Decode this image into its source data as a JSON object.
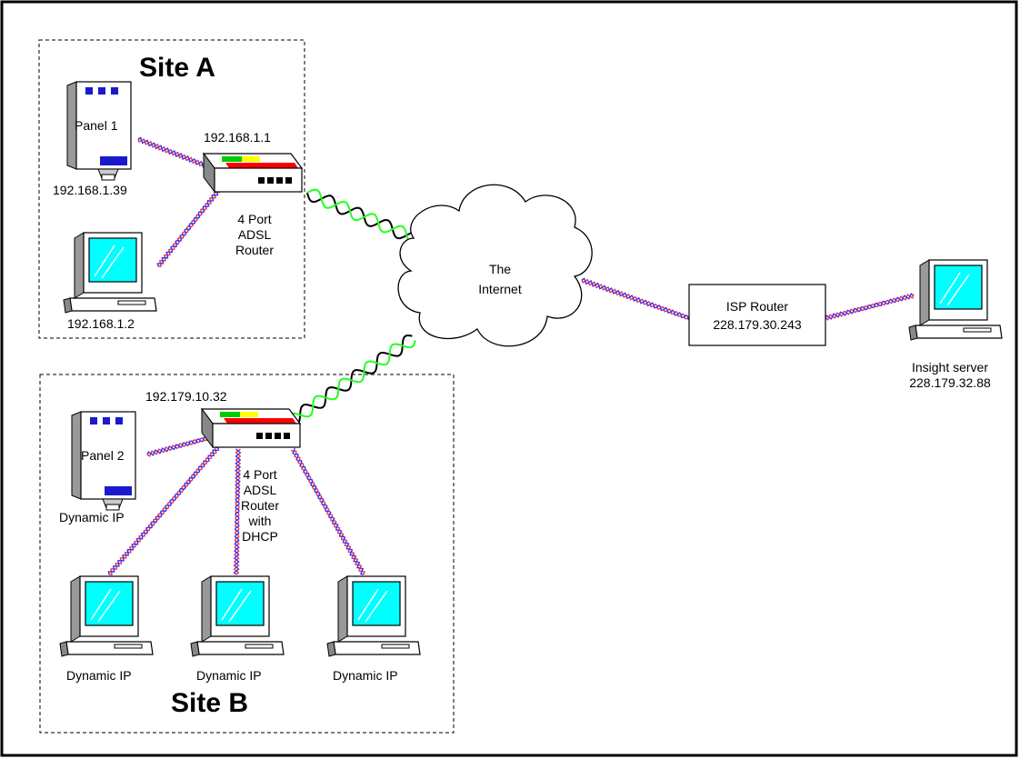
{
  "site_a": {
    "title": "Site A",
    "panel_name": "Panel 1",
    "panel_ip": "192.168.1.39",
    "router_ip": "192.168.1.1",
    "router_label": [
      "4 Port",
      "ADSL",
      "Router"
    ],
    "pc_ip": "192.168.1.2"
  },
  "site_b": {
    "title": "Site B",
    "panel_name": "Panel 2",
    "panel_ip": "Dynamic IP",
    "router_ip": "192.179.10.32",
    "router_label": [
      "4 Port",
      "ADSL",
      "Router",
      "with",
      "DHCP"
    ],
    "pcs": [
      "Dynamic IP",
      "Dynamic IP",
      "Dynamic IP"
    ]
  },
  "internet": {
    "label": [
      "The",
      "Internet"
    ]
  },
  "isp_router": {
    "label": [
      "ISP Router",
      "228.179.30.243"
    ]
  },
  "server": {
    "label": [
      "Insight server",
      "228.179.32.88"
    ]
  },
  "colors": {
    "panel_blue": "#1a1acc",
    "screen_cyan": "#00ffff",
    "led_red": "#ff0000",
    "led_green": "#00cc00",
    "led_yellow": "#ffff00",
    "cable_red": "#ff3333",
    "cable_blue": "#3333ff",
    "wan_green": "#22ff22",
    "wan_black": "#000000"
  }
}
